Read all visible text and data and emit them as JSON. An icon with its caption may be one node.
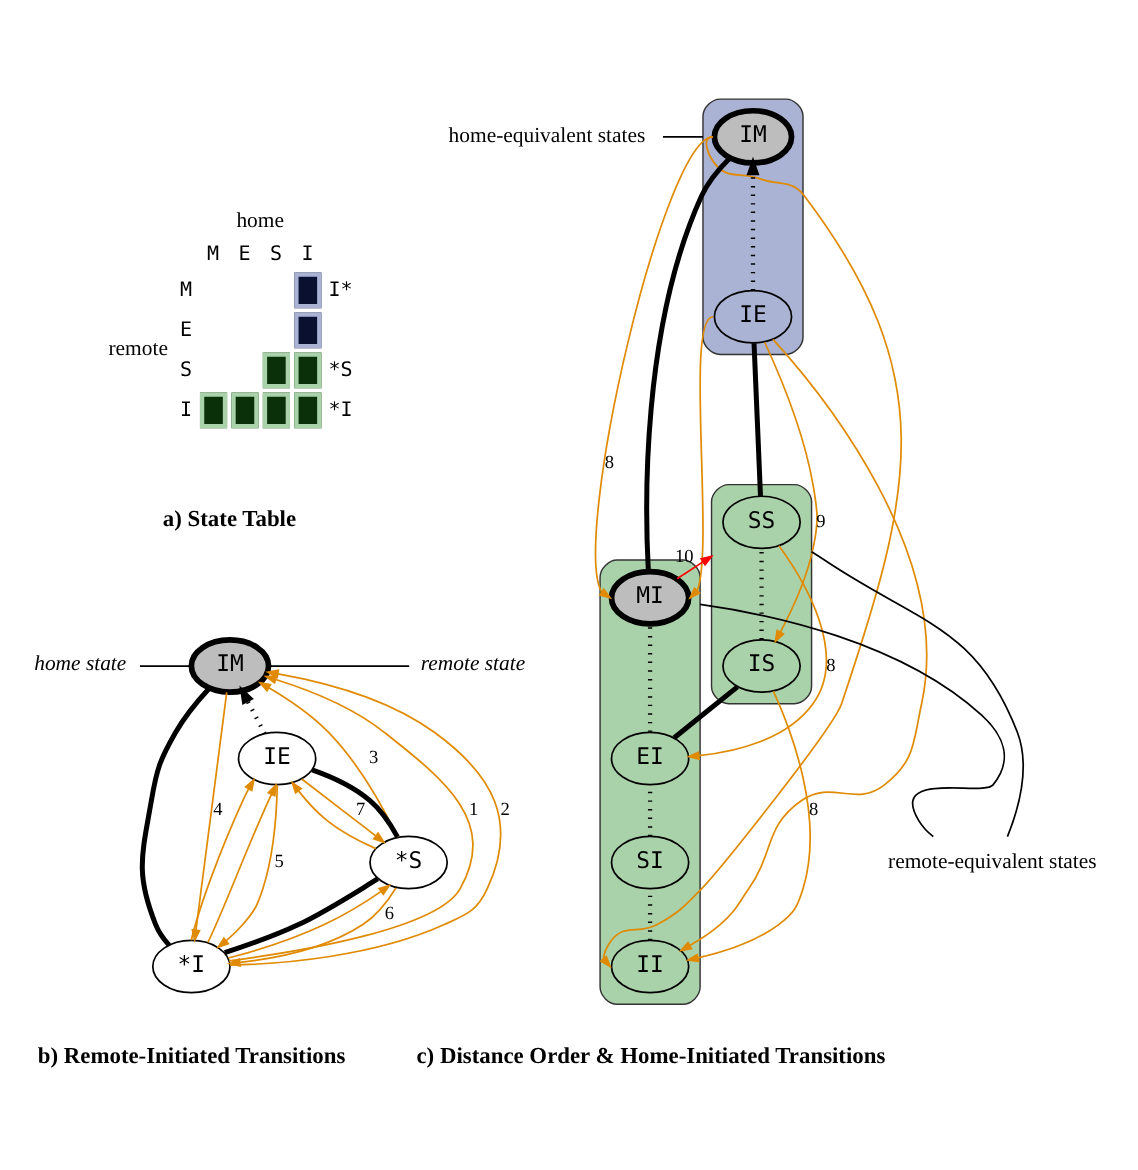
{
  "diagram": {
    "nodes": [
      {
        "text": [
          "home state"
        ]
      },
      {
        "text": [
          "remote state"
        ]
      },
      {
        "text": [
          "IM"
        ]
      },
      {
        "text": [
          "IE"
        ]
      },
      {
        "text": [
          "*S"
        ]
      },
      {
        "text": [
          "*I"
        ]
      },
      {
        "text": [
          "home-equivalent states"
        ]
      },
      {
        "text": [],
        "shape": "box"
      },
      {
        "text": [
          "IM"
        ],
        "in": 7
      },
      {
        "text": [
          "IE"
        ],
        "in": 7
      },
      {
        "text": [],
        "shape": "box"
      },
      {
        "text": [
          "MI"
        ],
        "in": 10
      },
      {
        "text": [
          "EI"
        ],
        "in": 10
      },
      {
        "text": [
          "SI"
        ],
        "in": 10
      },
      {
        "text": [
          "II"
        ],
        "in": 10
      },
      {
        "text": [],
        "shape": "box"
      },
      {
        "text": [
          "SS"
        ],
        "in": 15
      },
      {
        "text": [
          "IS"
        ],
        "in": 15
      },
      {
        "text": [
          "remote-equivalent states"
        ]
      }
    ],
    "edges": [
      {
        "from": 0,
        "to": 2,
        "arrow": "none",
        "color": "#000000"
      },
      {
        "from": 1,
        "to": 2,
        "arrow": "none",
        "color": "#000000"
      },
      {
        "from": 5,
        "to": 2,
        "arrow": "none",
        "style": "thick",
        "color": "#000000"
      },
      {
        "from": 5,
        "to": 4,
        "arrow": "none",
        "style": "thick",
        "color": "#000000"
      },
      {
        "from": 4,
        "to": 3,
        "arrow": "none",
        "style": "thick",
        "color": "#000000"
      },
      {
        "from": 3,
        "to": 2,
        "arrow": "to",
        "style": "dashed",
        "color": "#000000"
      },
      {
        "from": 5,
        "to": 2,
        "arrow": "to",
        "label": "1"
      },
      {
        "from": 5,
        "to": 3,
        "arrow": "to"
      },
      {
        "from": 5,
        "to": 4,
        "arrow": "to"
      },
      {
        "from": 5,
        "to": 2,
        "arrow": "to",
        "label": "2"
      },
      {
        "from": 5,
        "to": 3,
        "arrow": "to"
      },
      {
        "from": 4,
        "to": 2,
        "arrow": "to",
        "label": "3"
      },
      {
        "from": 4,
        "to": 3,
        "arrow": "to"
      },
      {
        "from": 2,
        "to": 5,
        "arrow": "to",
        "label": "4"
      },
      {
        "from": 3,
        "to": 5,
        "arrow": "to",
        "label": "5"
      },
      {
        "from": 3,
        "to": 4,
        "arrow": "to",
        "label": "7"
      },
      {
        "from": 4,
        "to": 5,
        "arrow": "to",
        "label": "6"
      },
      {
        "from": 6,
        "to": 7,
        "arrow": "none",
        "color": "#000000"
      },
      {
        "from": 9,
        "to": 8,
        "arrow": "to",
        "style": "dashed",
        "color": "#000000"
      },
      {
        "from": 11,
        "to": 8,
        "arrow": "none",
        "style": "thick",
        "color": "#000000"
      },
      {
        "from": 16,
        "to": 9,
        "arrow": "none",
        "style": "thick",
        "color": "#000000"
      },
      {
        "from": 17,
        "to": 16,
        "arrow": "none",
        "style": "dashed",
        "color": "#000000"
      },
      {
        "from": 12,
        "to": 17,
        "arrow": "none",
        "style": "thick",
        "color": "#000000"
      },
      {
        "from": 12,
        "to": 11,
        "arrow": "none",
        "style": "dashed",
        "color": "#000000"
      },
      {
        "from": 13,
        "to": 12,
        "arrow": "none",
        "style": "dashed",
        "color": "#000000"
      },
      {
        "from": 14,
        "to": 13,
        "arrow": "none",
        "style": "dashed",
        "color": "#000000"
      },
      {
        "from": 11,
        "to": 15,
        "arrow": "to",
        "label": "10",
        "color": "#ff0000"
      },
      {
        "from": 8,
        "to": 11,
        "arrow": "to",
        "label": "8"
      },
      {
        "from": 8,
        "to": 14,
        "arrow": "to"
      },
      {
        "from": 9,
        "to": 11,
        "arrow": "to"
      },
      {
        "from": 9,
        "to": 14,
        "arrow": "to"
      },
      {
        "from": 9,
        "to": 17,
        "arrow": "to",
        "label": "9"
      },
      {
        "from": 16,
        "to": 12,
        "arrow": "to",
        "label": "8"
      },
      {
        "from": 17,
        "to": 14,
        "arrow": "to",
        "label": "8"
      },
      {
        "from": 18,
        "to": 15,
        "arrow": "none",
        "color": "#000000"
      },
      {
        "from": 18,
        "to": 10,
        "arrow": "none",
        "color": "#000000"
      }
    ],
    "labels": [
      "home",
      "M",
      "E",
      "S",
      "I",
      "remote",
      "M",
      "I*",
      "E",
      "S",
      "*S",
      "I",
      "*I",
      "a) State Table",
      "b) Remote-Initiated Transitions",
      "c) Distance Order & Home-Initiated Transitions"
    ]
  }
}
